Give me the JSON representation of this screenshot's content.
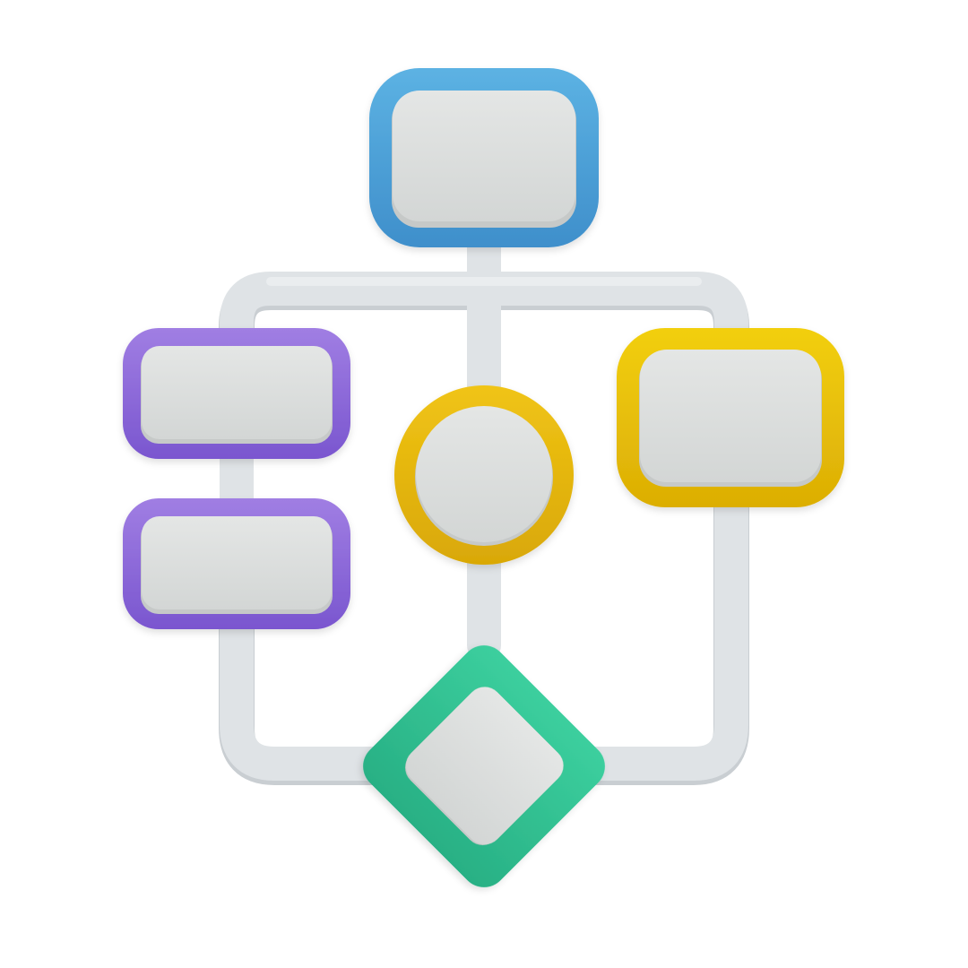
{
  "diagram": {
    "type": "flowchart-icon",
    "colors": {
      "background": "#ffffff",
      "connector": "#dfe3e6",
      "connector_shadow": "#c9ced2",
      "inner_fill": "#dcdedd",
      "inner_shadow": "#c6c9c8",
      "top_node": "#5cb2e3",
      "top_node_dark": "#3f8fcb",
      "left_nodes": "#a07ee3",
      "left_nodes_dark": "#7a56cf",
      "circle_node": "#f0c416",
      "circle_node_dark": "#d9a806",
      "right_node": "#f2cf0c",
      "right_node_dark": "#dcae05",
      "decision_node": "#3ccf9e",
      "decision_node_dark": "#28b084"
    },
    "nodes": [
      {
        "id": "top",
        "shape": "rounded-rectangle",
        "color": "blue"
      },
      {
        "id": "left-upper",
        "shape": "rounded-rectangle",
        "color": "purple"
      },
      {
        "id": "left-lower",
        "shape": "rounded-rectangle",
        "color": "purple"
      },
      {
        "id": "center",
        "shape": "circle",
        "color": "yellow"
      },
      {
        "id": "right",
        "shape": "rounded-rectangle",
        "color": "yellow"
      },
      {
        "id": "decision",
        "shape": "diamond",
        "color": "green"
      }
    ],
    "edges": [
      {
        "from": "top",
        "to": "left-upper"
      },
      {
        "from": "top",
        "to": "center"
      },
      {
        "from": "top",
        "to": "right"
      },
      {
        "from": "left-upper",
        "to": "left-lower"
      },
      {
        "from": "left-lower",
        "to": "decision"
      },
      {
        "from": "center",
        "to": "decision"
      },
      {
        "from": "right",
        "to": "decision"
      }
    ]
  }
}
